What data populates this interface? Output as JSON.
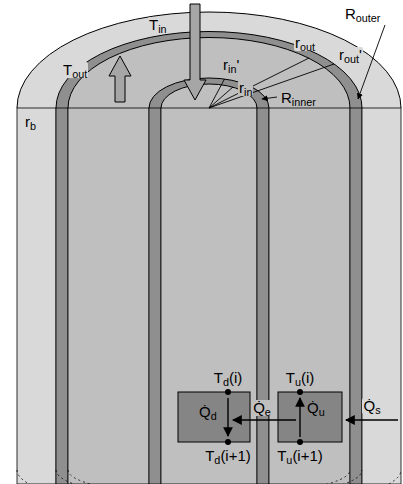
{
  "diagram": {
    "labels": [
      "Tin",
      "Tout",
      "rin'",
      "rin",
      "rout'",
      "rout",
      "Router",
      "Rinner",
      "rb",
      "Td(i)",
      "Tu(i)",
      "Q̇d",
      "Q̇e",
      "Q̇u",
      "Q̇s",
      "Td(i+1)",
      "Tu(i+1)"
    ]
  }
}
